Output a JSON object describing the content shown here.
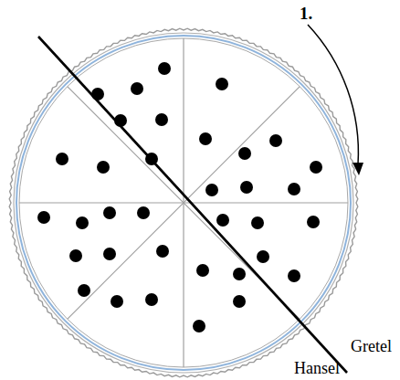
{
  "diagram": {
    "labels": [
      "1.",
      "Gretel",
      "Hansel"
    ]
  }
}
